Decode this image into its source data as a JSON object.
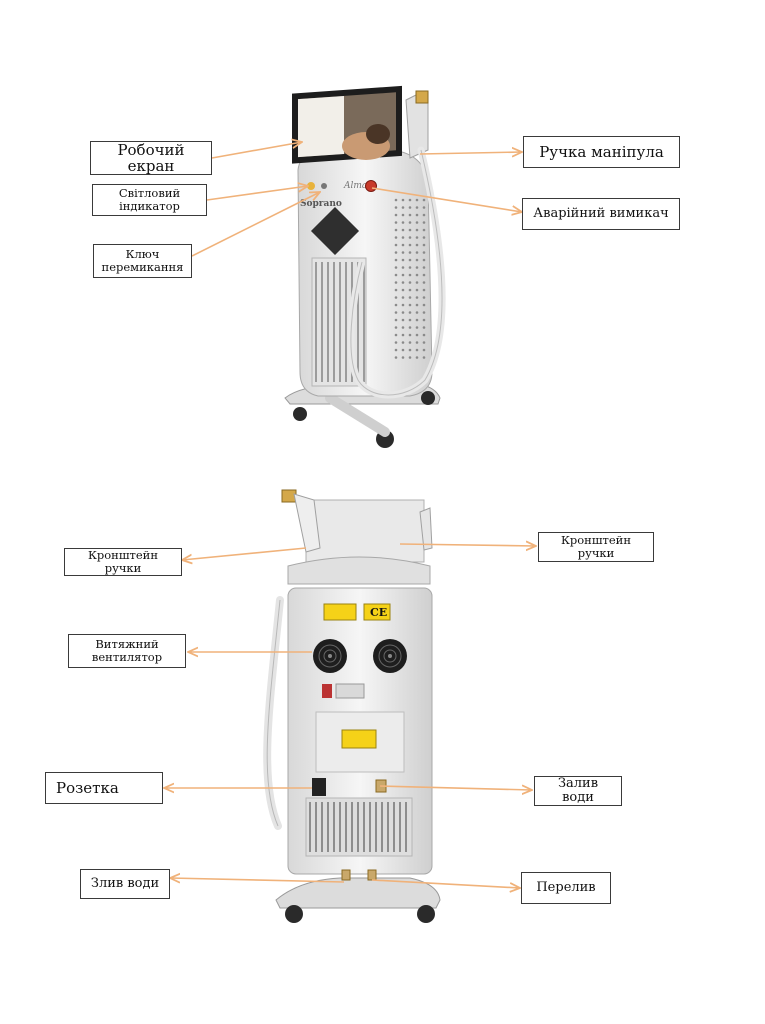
{
  "colors": {
    "arrow": "#f0b27a",
    "machine_body": "#eeeeee",
    "label_border": "#3a3a3a",
    "warning": "#f5d218"
  },
  "front_view": {
    "labels": {
      "working_screen": "Робочий екран",
      "light_indicator": "Світловий\nіндикатор",
      "switch_key": "Ключ\nперемикання",
      "handpiece_handle": "Ручка маніпула",
      "emergency_switch": "Аварійний вимикач"
    },
    "machine_text": {
      "brand": "Soprano",
      "script": "Alma"
    }
  },
  "back_view": {
    "labels": {
      "handle_bracket_left": "Кронштейн ручки",
      "handle_bracket_right": "Кронштейн ручки",
      "exhaust_fan": "Витяжний\nвентилятор",
      "socket": "Розетка",
      "water_inlet": "Залив води",
      "water_drain": "Злив води",
      "overflow": "Перелив"
    },
    "machine_text": {
      "ce_mark": "CE"
    }
  }
}
